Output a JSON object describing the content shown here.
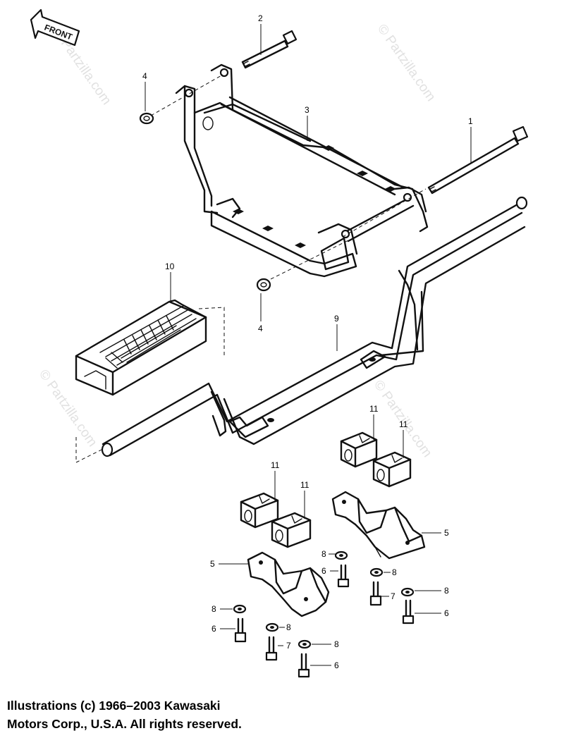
{
  "front_arrow": {
    "label": "FRONT"
  },
  "watermarks": [
    "© Partzilla.com",
    "© Partzilla.com",
    "© Partzilla.com",
    "© Partzilla.com"
  ],
  "callouts": {
    "part_1": "1",
    "part_2": "2",
    "part_3": "3",
    "part_4_top": "4",
    "part_4_bottom": "4",
    "part_5_right": "5",
    "part_5_left": "5",
    "part_6_a": "6",
    "part_6_b": "6",
    "part_6_c": "6",
    "part_6_d": "6",
    "part_7_a": "7",
    "part_7_b": "7",
    "part_8_a": "8",
    "part_8_b": "8",
    "part_8_c": "8",
    "part_8_d": "8",
    "part_8_e": "8",
    "part_8_f": "8",
    "part_9": "9",
    "part_10": "10",
    "part_11_a": "11",
    "part_11_b": "11",
    "part_11_c": "11",
    "part_11_d": "11"
  },
  "copyright": {
    "line1": "Illustrations (c) 1966–2003 Kawasaki",
    "line2": "Motors Corp., U.S.A.  All rights reserved."
  }
}
